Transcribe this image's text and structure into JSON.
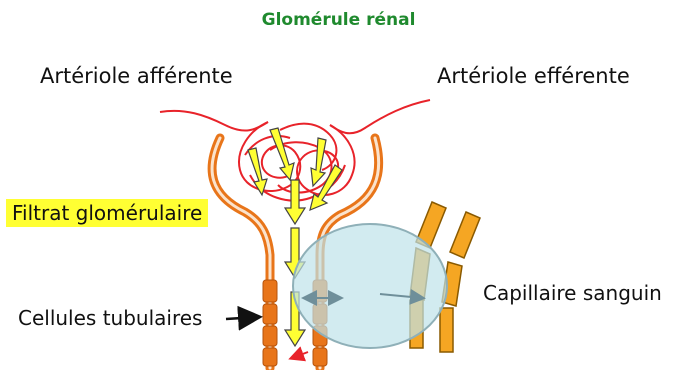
{
  "title": "Glomérule rénal",
  "labels": {
    "arteriole_afferente": "Artériole afférente",
    "arteriole_efferente": "Artériole efférente",
    "filtrat": "Filtrat glomérulaire",
    "cellules": "Cellules tubulaires",
    "capillaire": "Capillaire sanguin"
  },
  "colors": {
    "title": "#1f8a2e",
    "capillary_tuft": "#e8232a",
    "tubule": "#e8751a",
    "flow_arrow_fill": "#ffff33",
    "highlight": "#ffff33",
    "capillary_cells": "#f5a623",
    "zoom_circle": "#bfe3ea",
    "reabsorption_arrow": "#e8232a",
    "exchange_arrow": "#6f8f9a"
  }
}
